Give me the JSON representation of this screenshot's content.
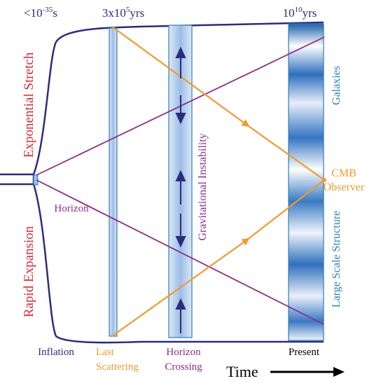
{
  "top_labels": {
    "inflation_time": {
      "base": "<10",
      "exp": "-35",
      "unit": "s"
    },
    "last_scattering_time": {
      "base": "3x10",
      "exp": "5",
      "unit": "yrs"
    },
    "present_time": {
      "base": "10",
      "exp": "10",
      "unit": "yrs"
    }
  },
  "side_labels": {
    "exponential_stretch": "Exponential Stretch",
    "rapid_expansion": "Rapid Expansion",
    "horizon": "Horizon",
    "gravitational_instability": "Gravitational Instability",
    "galaxies": "Galaxies",
    "large_scale_structure": "Large Scale Structure",
    "cmb": "CMB",
    "observer": "Observer"
  },
  "bottom_labels": {
    "inflation": "Inflation",
    "last": "Last",
    "scattering": "Scattering",
    "horizon": "Horizon",
    "crossing": "Crossing",
    "present": "Present",
    "time": "Time"
  },
  "colors": {
    "navy": "#2c2c7c",
    "orange": "#f09a30",
    "purple": "#8a2e8c",
    "red": "#d8283a",
    "blue": "#2e7fb7",
    "band_dark": "#2767b3",
    "band_light": "#dfeaf7"
  }
}
